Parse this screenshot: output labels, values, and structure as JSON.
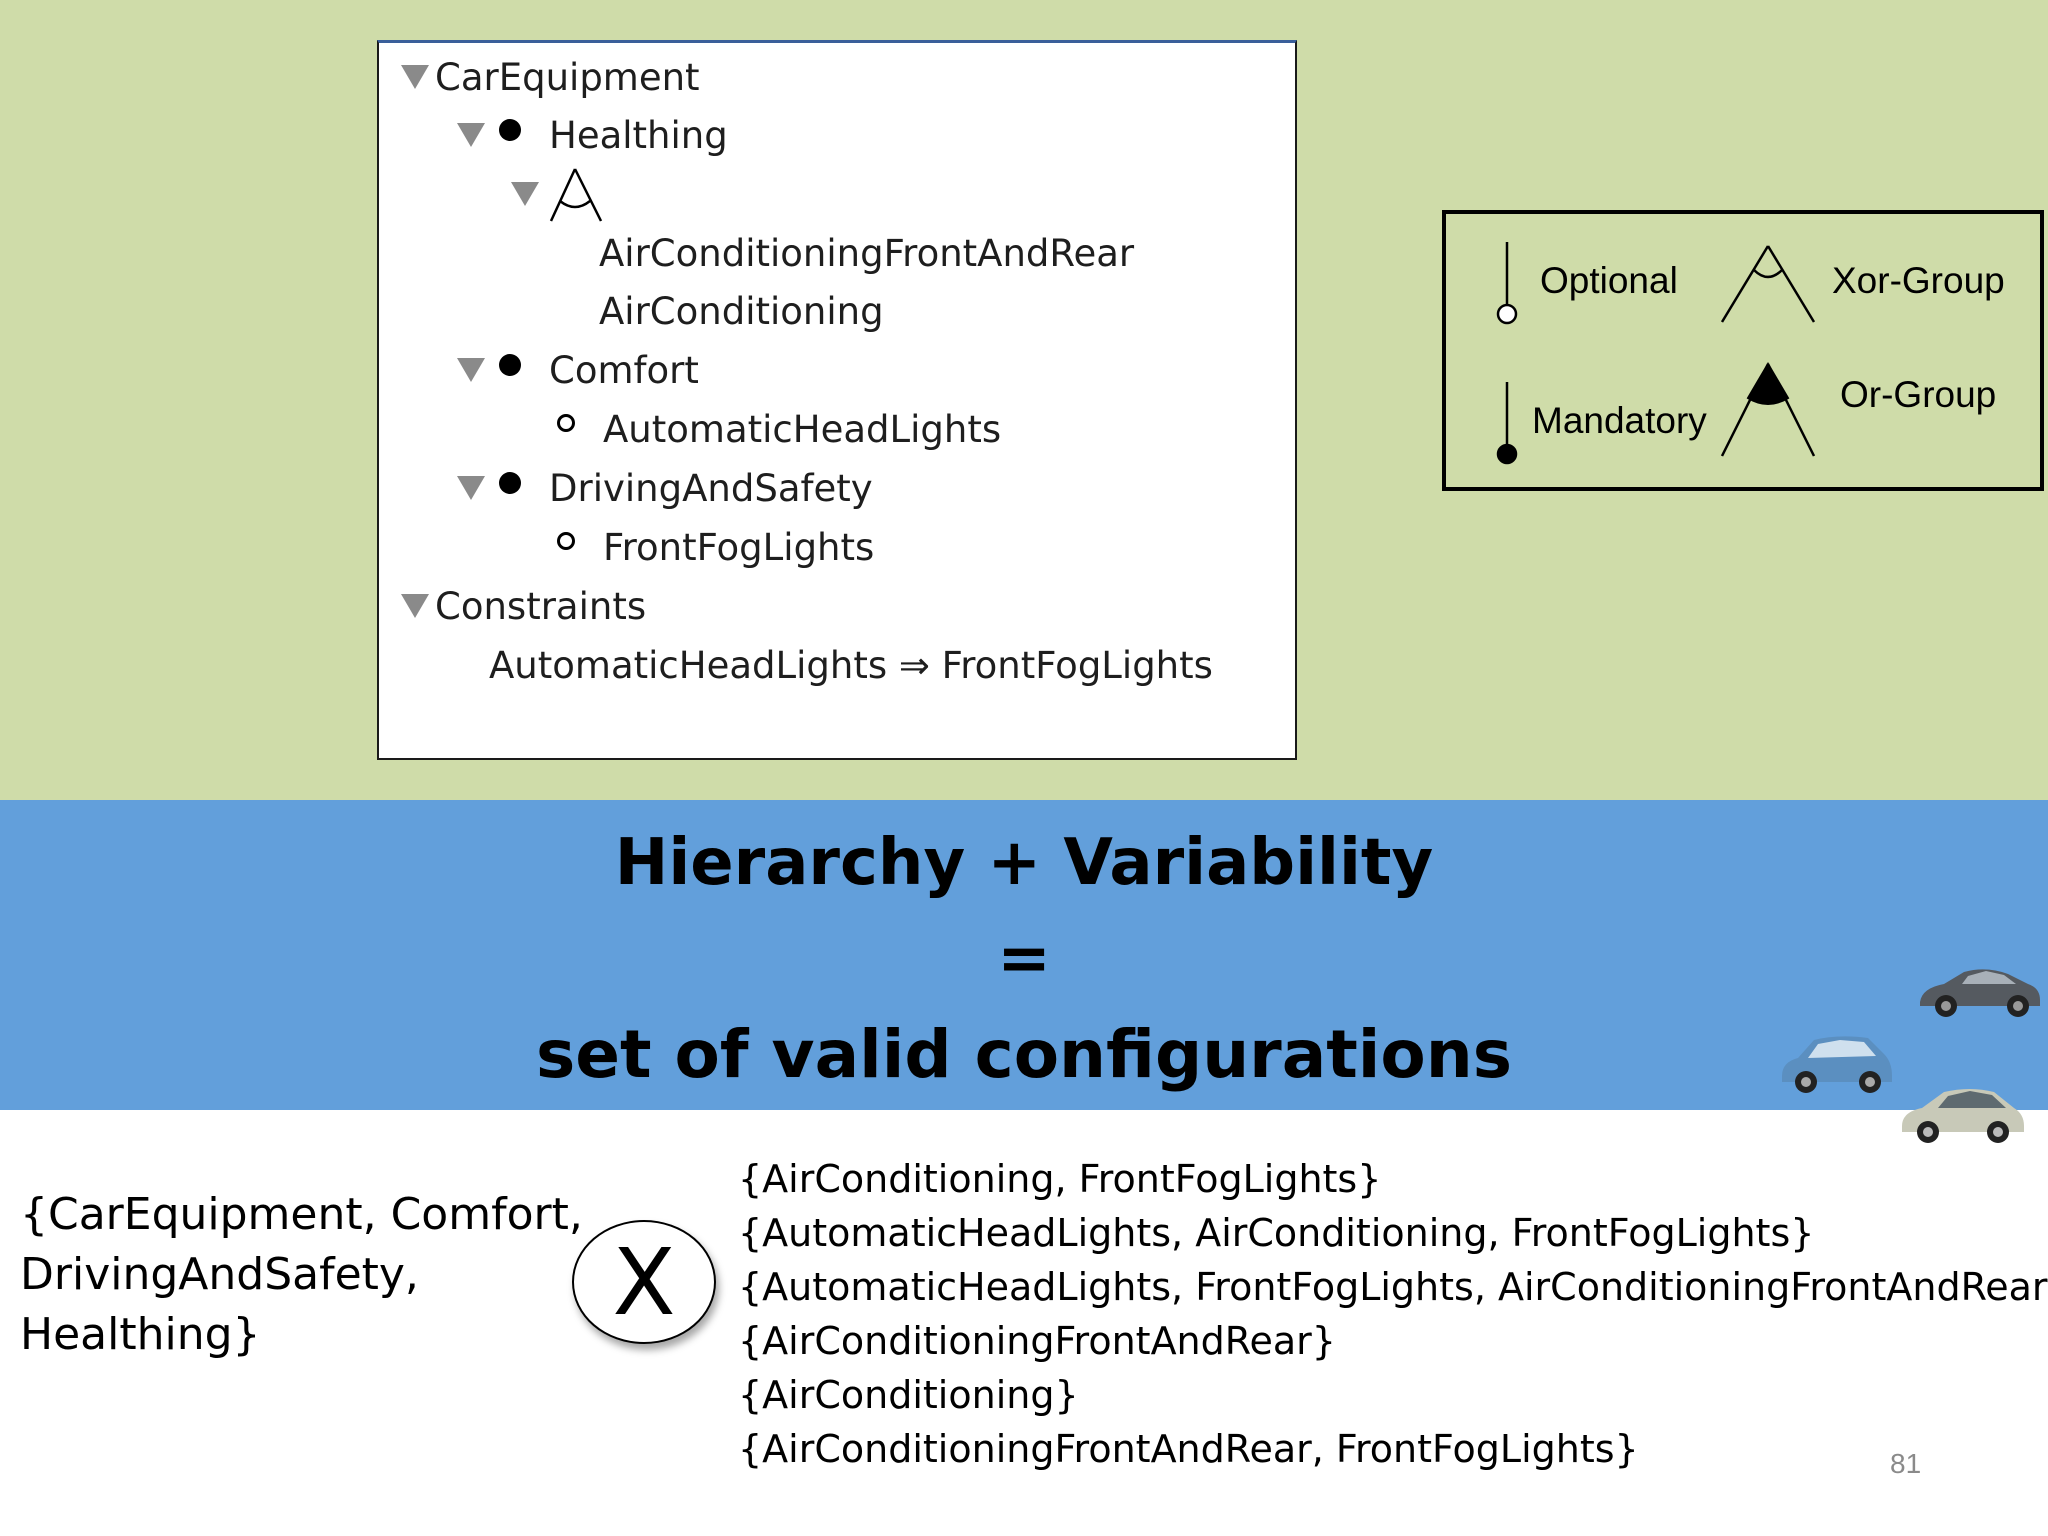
{
  "tree": {
    "root": "CarEquipment",
    "features": [
      {
        "label": "Healthing",
        "group_children": [
          "AirConditioningFrontAndRear",
          "AirConditioning"
        ]
      },
      {
        "label": "Comfort",
        "child": "AutomaticHeadLights"
      },
      {
        "label": "DrivingAndSafety",
        "child": "FrontFogLights"
      }
    ],
    "constraints_header": "Constraints",
    "constraint": "AutomaticHeadLights ⇒ FrontFogLights"
  },
  "legend": {
    "optional": "Optional",
    "mandatory": "Mandatory",
    "xor_group": "Xor-Group",
    "or_group": "Or-Group"
  },
  "headline": {
    "line1": "Hierarchy + Variability",
    "line2": "=",
    "line3": "set of valid configurations"
  },
  "feature_set": [
    "{CarEquipment, Comfort,",
    "DrivingAndSafety,",
    "Healthing}"
  ],
  "cross_symbol": "X",
  "configurations": [
    "{AirConditioning, FrontFogLights}",
    "{AutomaticHeadLights, AirConditioning, FrontFogLights}",
    "{AutomaticHeadLights, FrontFogLights, AirConditioningFrontAndRear}",
    "{AirConditioningFrontAndRear}",
    "{AirConditioning}",
    "{AirConditioningFrontAndRear, FrontFogLights}"
  ],
  "slide_number": "81",
  "colors": {
    "top_band": "#cfdca9",
    "mid_band": "#629fdb",
    "car_dark": "#555a60",
    "car_blue": "#5b8fc0",
    "car_silver": "#c8c9b8"
  }
}
